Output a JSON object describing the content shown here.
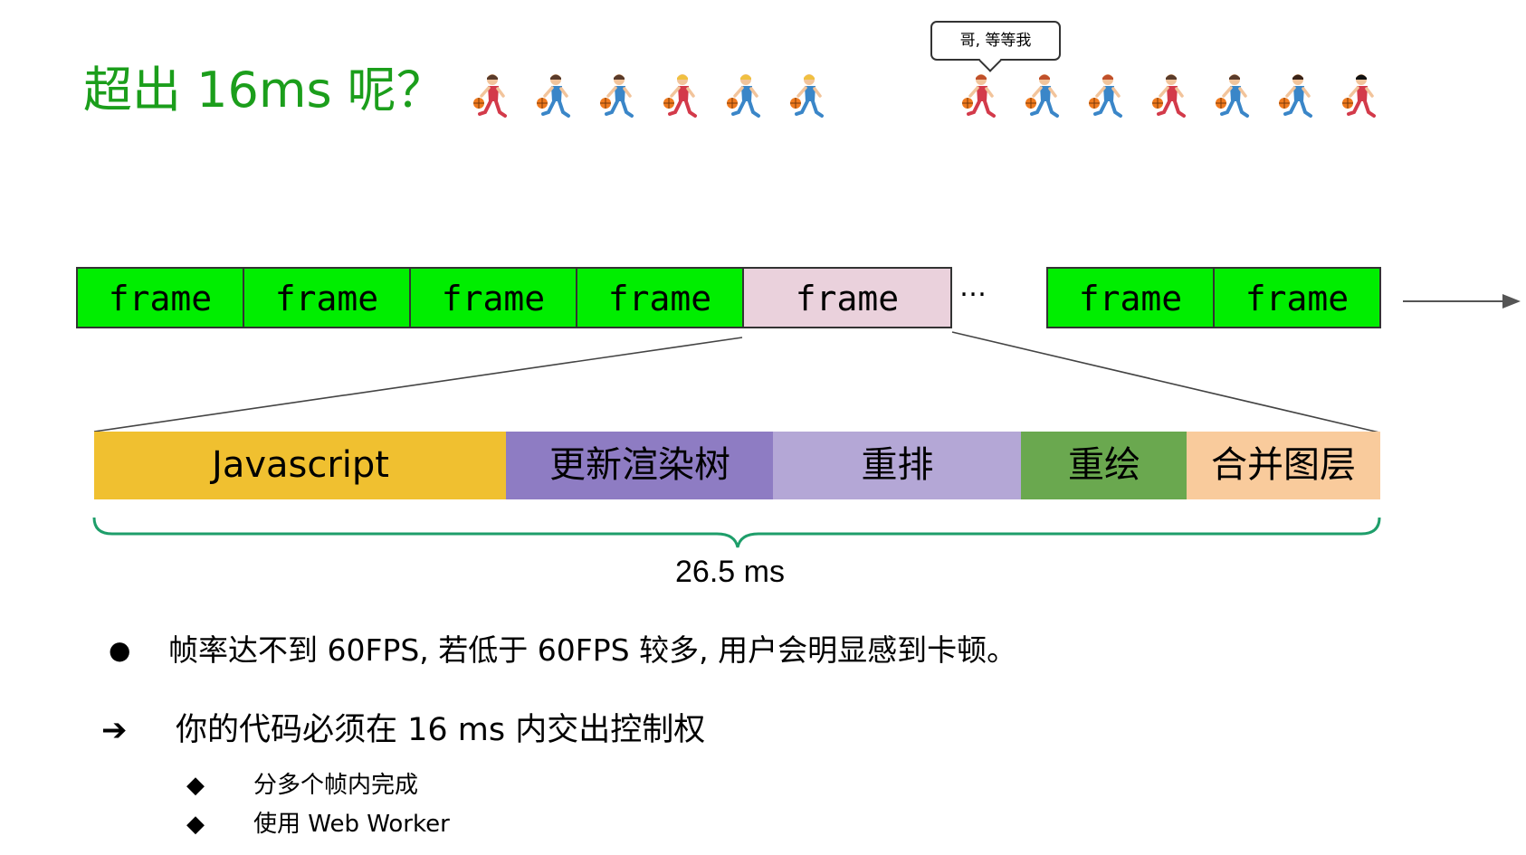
{
  "title": "超出 16ms 呢？",
  "speech_bubble": "哥, 等等我",
  "runners": {
    "group1": [
      "#d33a4a",
      "#3a86c8",
      "#3a86c8",
      "#d33a4a",
      "#3a86c8",
      "#3a86c8"
    ],
    "group2": [
      "#d33a4a",
      "#3a86c8",
      "#3a86c8",
      "#d33a4a",
      "#3a86c8",
      "#3a86c8",
      "#d33a4a"
    ],
    "hair": [
      "#5a3b2a",
      "#5a3b2a",
      "#5a3b2a",
      "#f0c040",
      "#f0c040",
      "#f0c040"
    ],
    "hair2": [
      "#c0502a",
      "#c0502a",
      "#c0502a",
      "#5a3b2a",
      "#5a3b2a",
      "#3a2418",
      "#111111"
    ]
  },
  "frames": {
    "label": "frame",
    "ellipsis": "…"
  },
  "pipeline": {
    "javascript": "Javascript",
    "update_render_tree": "更新渲染树",
    "reflow": "重排",
    "repaint": "重绘",
    "composite": "合并图层"
  },
  "duration": "26.5 ms",
  "colors": {
    "title_green": "#1b9e1b",
    "frame_green": "#00ee00",
    "frame_slow": "#ead1dc",
    "javascript": "#f0c030",
    "update_render_tree": "#8e7cc3",
    "reflow": "#b4a7d6",
    "repaint": "#6aa84f",
    "composite": "#f9cb9c",
    "brace": "#1e9e6a"
  },
  "notes": {
    "bullet1": "帧率达不到 60FPS, 若低于 60FPS 较多, 用户会明显感到卡顿。",
    "arrow_line": "你的代码必须在 16 ms 内交出控制权",
    "sub1": "分多个帧内完成",
    "sub2": "使用 Web Worker"
  }
}
